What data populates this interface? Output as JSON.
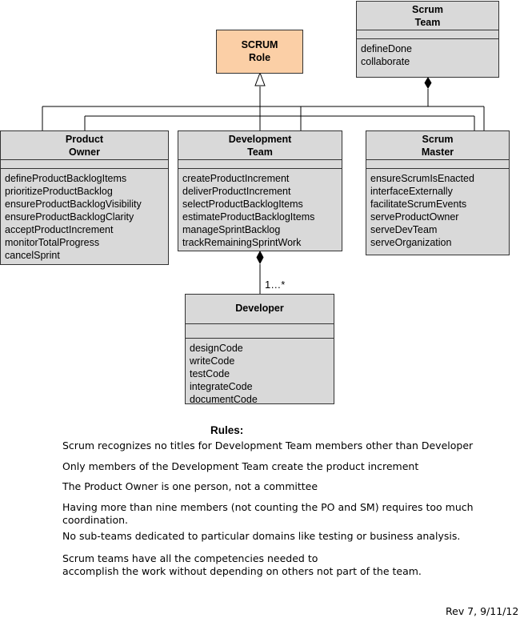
{
  "classes": {
    "scrum_role": {
      "name_lines": [
        "SCRUM",
        "Role"
      ]
    },
    "scrum_team": {
      "name_lines": [
        "Scrum",
        "Team"
      ],
      "operations": [
        "defineDone",
        "collaborate"
      ]
    },
    "product_owner": {
      "name_lines": [
        "Product",
        "Owner"
      ],
      "operations": [
        "defineProductBacklogItems",
        "prioritizeProductBacklog",
        "ensureProductBacklogVisibility",
        "ensureProductBacklogClarity",
        "acceptProductIncrement",
        "monitorTotalProgress",
        "cancelSprint"
      ]
    },
    "development_team": {
      "name_lines": [
        "Development",
        "Team"
      ],
      "operations": [
        "createProductIncrement",
        "deliverProductIncrement",
        "selectProductBacklogItems",
        "estimateProductBacklogItems",
        "manageSprintBacklog",
        "trackRemainingSprintWork"
      ]
    },
    "scrum_master": {
      "name_lines": [
        "Scrum",
        "Master"
      ],
      "operations": [
        "ensureScrumIsEnacted",
        "interfaceExternally",
        "facilitateScrumEvents",
        "serveProductOwner",
        "serveDevTeam",
        "serveOrganization"
      ]
    },
    "developer": {
      "name_lines": [
        "Developer"
      ],
      "operations": [
        "designCode",
        "writeCode",
        "testCode",
        "integrateCode",
        "documentCode"
      ]
    }
  },
  "multiplicity": "1…*",
  "rules": {
    "title": "Rules:",
    "items": [
      "Scrum recognizes no titles for Development Team members other than Developer",
      "Only members of the Development Team create the product increment",
      "The Product Owner is one person, not a committee",
      "Having more than nine members (not counting the PO and SM) requires too much coordination.",
      "No sub-teams dedicated to particular domains like testing or business analysis.",
      "Scrum teams have all the competencies needed to\naccomplish the work without depending on others not part of the team."
    ]
  },
  "revision": "Rev 7, 9/11/12",
  "colors": {
    "class_fill": "#d9d9d9",
    "role_fill": "#fbcfa6",
    "border": "#333333"
  }
}
